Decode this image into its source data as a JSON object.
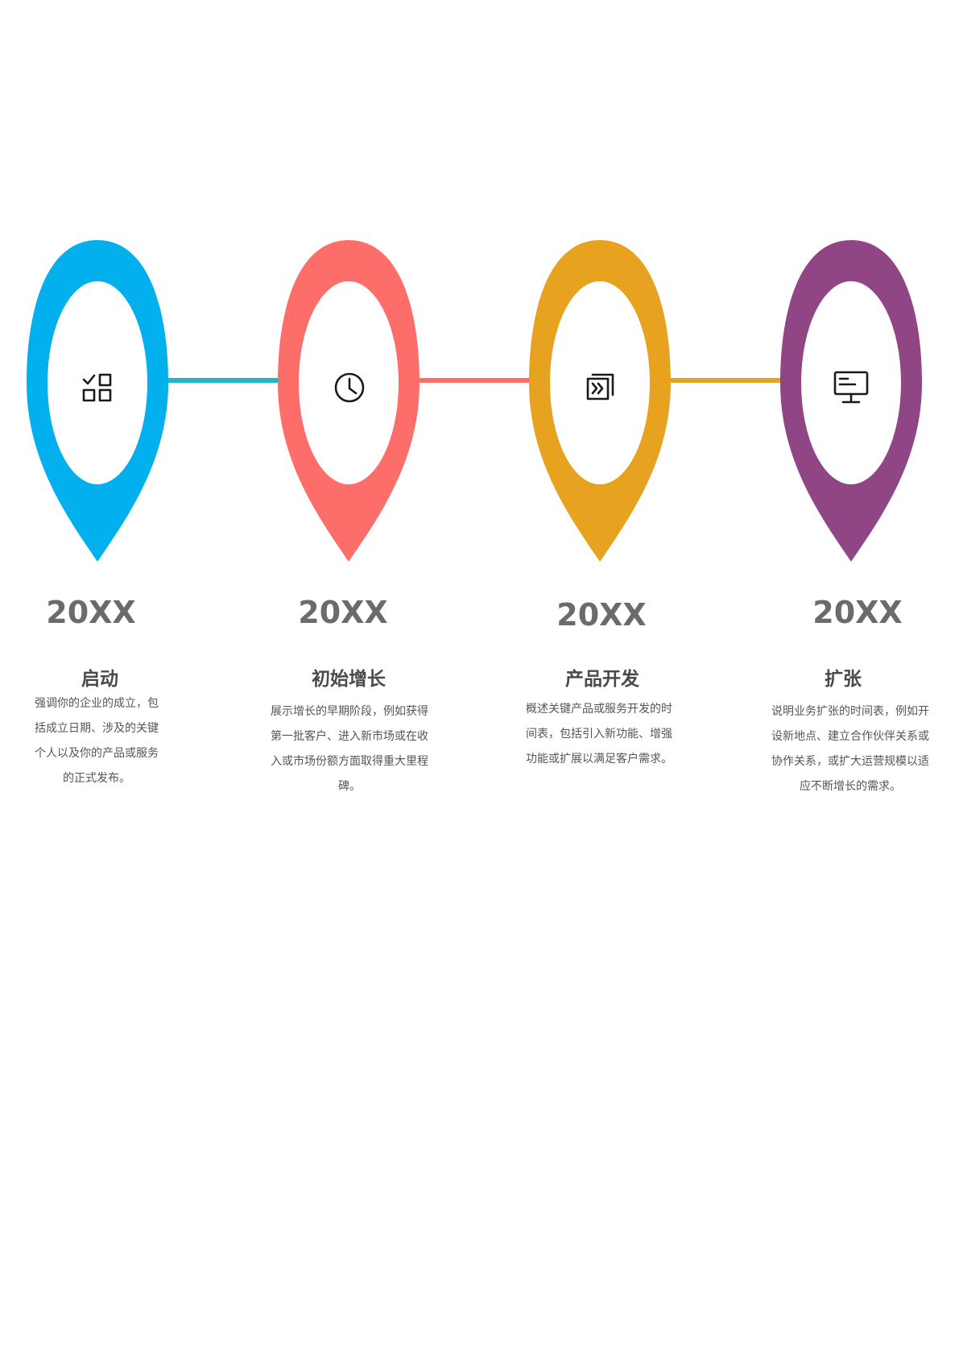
{
  "colors": {
    "blue": "#02b0ee",
    "coral": "#fd6e6a",
    "amber": "#e7a21f",
    "purple": "#904585",
    "connector_1": "#1ab9c4",
    "connector_2": "#fd6e6a",
    "connector_3": "#e7a21f",
    "icon": "#1a1a1a"
  },
  "stages": [
    {
      "year": "20XX",
      "title": "启动",
      "description": "强调你的企业的成立，包括成立日期、涉及的关键个人以及你的产品或服务的正式发布。",
      "desc_lines": [
        "强调你的企业的成立，包",
        "括成立日期、涉及的关键",
        "个人以及你的产品或服务",
        "的正式发布。"
      ],
      "icon": "checklist-grid-icon",
      "color": "#02b0ee"
    },
    {
      "year": "20XX",
      "title": "初始增长",
      "description": "展示增长的早期阶段，例如获得第一批客户、进入新市场或在收入或市场份额方面取得重大里程碑。",
      "desc_lines": [
        "展示增长的早期阶段，例如获得",
        "第一批客户、进入新市场或在收",
        "入或市场份额方面取得重大里程",
        "碑。"
      ],
      "icon": "clock-icon",
      "color": "#fd6e6a"
    },
    {
      "year": "20XX",
      "title": "产品开发",
      "description": "概述关键产品或服务开发的时间表，包括引入新功能、增强功能或扩展以满足客户需求。",
      "desc_lines": [
        "概述关键产品或服务开发的时",
        "间表，包括引入新功能、增强",
        "功能或扩展以满足客户需求。"
      ],
      "icon": "forward-stack-icon",
      "color": "#e7a21f"
    },
    {
      "year": "20XX",
      "title": "扩张",
      "description": "说明业务扩张的时间表，例如开设新地点、建立合作伙伴关系或协作关系，或扩大运营规模以适应不断增长的需求。",
      "desc_lines": [
        "说明业务扩张的时间表，例如开",
        "设新地点、建立合作伙伴关系或",
        "协作关系，或扩大运营规模以适",
        "应不断增长的需求。"
      ],
      "icon": "monitor-icon",
      "color": "#904585"
    }
  ]
}
